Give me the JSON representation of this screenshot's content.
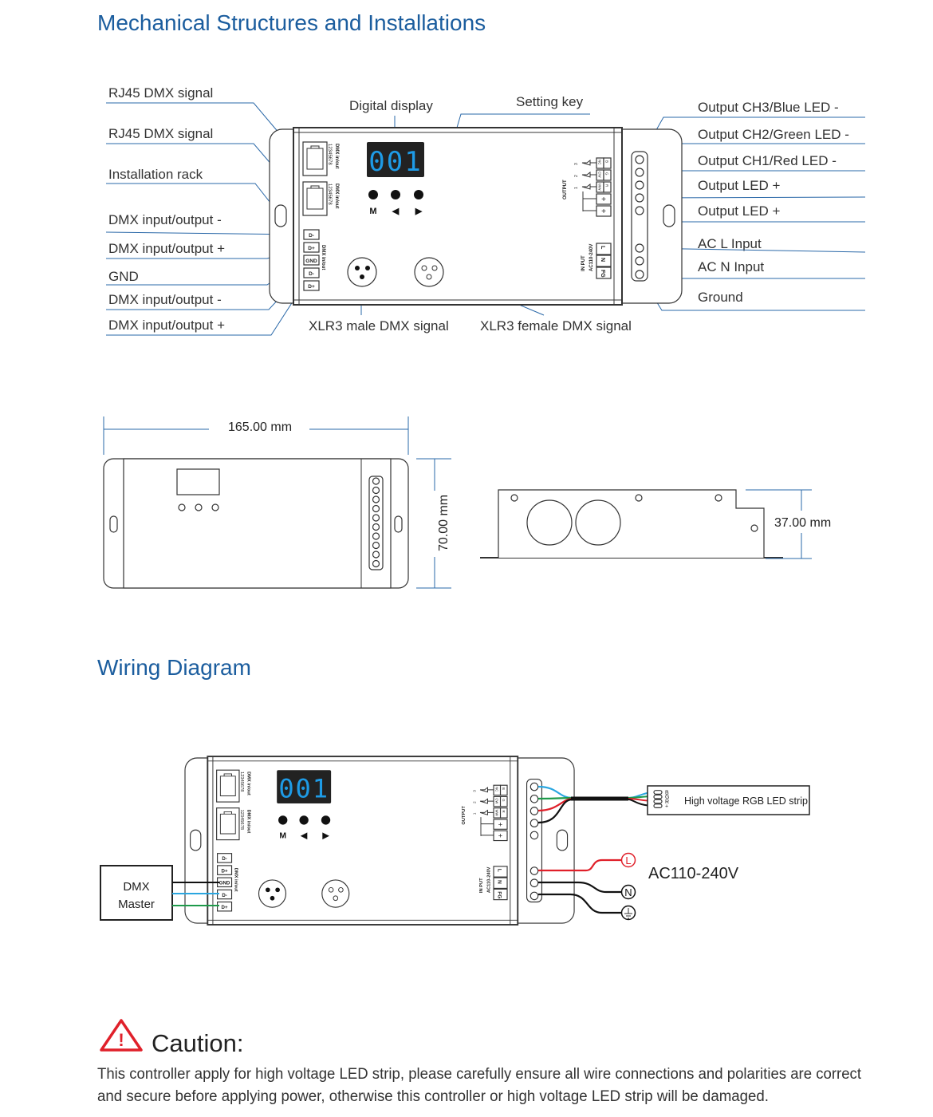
{
  "sections": {
    "mechanical_title": "Mechanical Structures and Installations",
    "wiring_title": "Wiring Diagram"
  },
  "callouts_left": [
    "RJ45 DMX signal",
    "RJ45 DMX signal",
    "Installation rack",
    "DMX input/output -",
    "DMX input/output +",
    "GND",
    "DMX input/output -",
    "DMX input/output +"
  ],
  "callouts_top": {
    "display": "Digital display",
    "key": "Setting key"
  },
  "callouts_right": [
    "Output CH3/Blue LED -",
    "Output CH2/Green LED -",
    "Output CH1/Red LED -",
    "Output LED +",
    "Output LED +",
    "AC L Input",
    "AC N Input",
    "Ground"
  ],
  "callouts_bottom": {
    "xlr_male": "XLR3 male DMX signal",
    "xlr_female": "XLR3 female DMX signal"
  },
  "device": {
    "display_value": "001",
    "display_color": "#1e9be6",
    "buttons": [
      "M",
      "◀",
      "▶"
    ],
    "rj45_label": "DMX in/out",
    "rj45_pins": "12345678",
    "dmx_terminals": [
      "D-",
      "D+",
      "GND",
      "D-",
      "D+"
    ],
    "dmx_terminal_label": "DMX in/out",
    "output_label": "OUTPUT",
    "output_channels": [
      "3",
      "2",
      "1"
    ],
    "output_terminals": [
      [
        "NC",
        "B"
      ],
      [
        "CW",
        "G"
      ],
      [
        "WW",
        "R"
      ],
      [
        "+"
      ],
      [
        "+"
      ]
    ],
    "input_label": "IN PUT",
    "input_voltage": "AC110-240V",
    "input_terminals": [
      "L",
      "N",
      "FG"
    ]
  },
  "dimensions": {
    "length": "165.00 mm",
    "width": "70.00 mm",
    "height": "37.00 mm"
  },
  "wiring": {
    "dmx_master": [
      "DMX",
      "Master"
    ],
    "strip_label": "High voltage RGB LED strip",
    "strip_pins": [
      "B",
      "G",
      "R",
      "+"
    ],
    "ac_label": "AC110-240V",
    "ac_terminals": [
      "L",
      "N"
    ],
    "wire_colors": {
      "blue": "#2aa6e0",
      "green": "#1d9a4a",
      "red": "#e0202a",
      "black": "#111111"
    }
  },
  "caution": {
    "title": "Caution:",
    "lines": [
      "This controller apply for high voltage LED strip, please carefully ensure all wire connections and polarities are correct",
      "and secure before applying power, otherwise this controller or high voltage LED strip will be damaged."
    ],
    "icon_color": "#e0202a"
  }
}
